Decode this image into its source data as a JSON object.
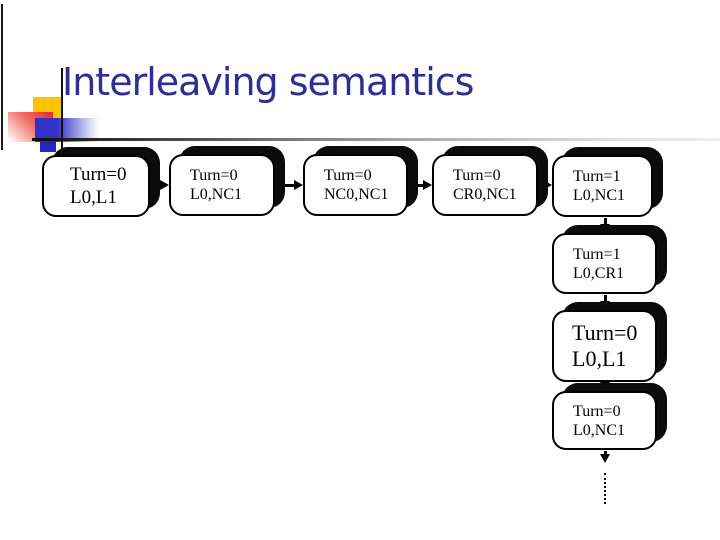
{
  "title": "Interleaving semantics",
  "nodes": [
    {
      "turn": "Turn=0",
      "state": "L0,L1"
    },
    {
      "turn": "Turn=0",
      "state": "L0,NC1"
    },
    {
      "turn": "Turn=0",
      "state": "NC0,NC1"
    },
    {
      "turn": "Turn=0",
      "state": "CR0,NC1"
    },
    {
      "turn": "Turn=1",
      "state": "L0,NC1"
    },
    {
      "turn": "Turn=1",
      "state": "L0,CR1"
    },
    {
      "turn": "Turn=0",
      "state": "L0,L1"
    },
    {
      "turn": "Turn=0",
      "state": "L0,NC1"
    }
  ],
  "colors": {
    "title": "#2d2f92",
    "accent_yellow": "#fdc404",
    "accent_red": "#e62520",
    "accent_blue": "#3231c8",
    "node_border": "#000000",
    "node_shadow": "#0b0b0b"
  }
}
